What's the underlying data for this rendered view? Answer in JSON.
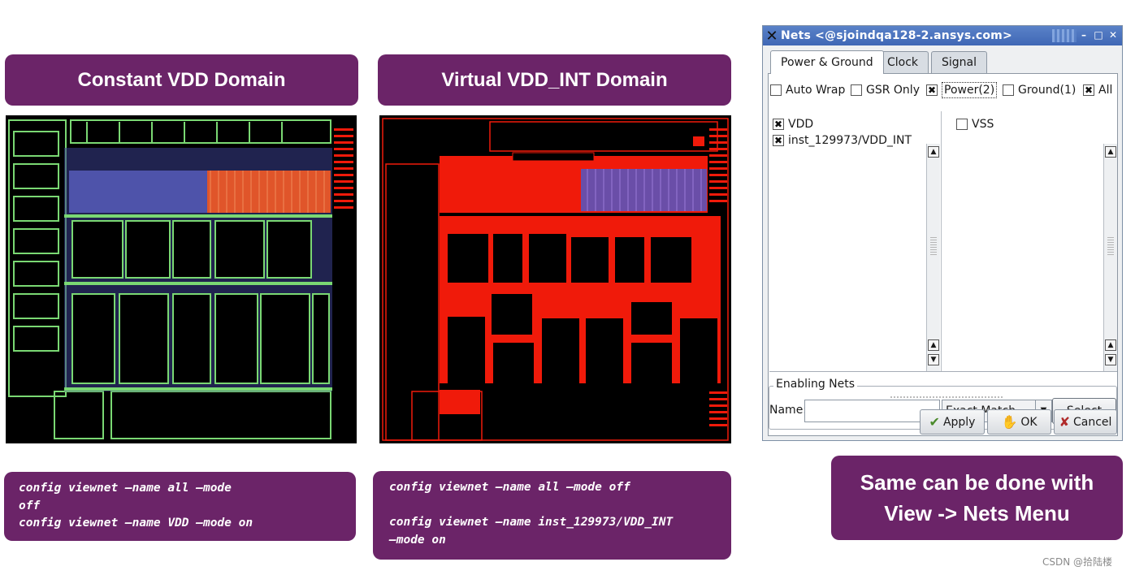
{
  "banners": {
    "left": "Constant VDD Domain",
    "right": "Virtual VDD_INT Domain"
  },
  "commands": {
    "left": [
      "config viewnet –name all –mode",
      "off",
      "config viewnet –name VDD –mode on"
    ],
    "right": [
      "config viewnet –name all –mode off",
      "",
      "config viewnet –name inst_129973/VDD_INT",
      "–mode on"
    ]
  },
  "note": {
    "line1": "Same can be done with",
    "line2": "View -> Nets Menu"
  },
  "watermark": "CSDN @拾陆楼",
  "colors": {
    "accent_purple": "#6b2468",
    "vdd_red": "#f01a0a",
    "layout_green": "#7ad873",
    "layout_blue": "#4b5ed0"
  },
  "nets_dialog": {
    "title": "Nets <@sjoindqa128-2.ansys.com>",
    "title_icon": "x-app-icon",
    "window_buttons": [
      "minimize",
      "maximize",
      "close"
    ],
    "tabs": [
      {
        "label": "Power & Ground",
        "active": true
      },
      {
        "label": "Clock",
        "active": false
      },
      {
        "label": "Signal",
        "active": false
      }
    ],
    "filters": {
      "auto_wrap": {
        "label": "Auto Wrap",
        "checked": false
      },
      "gsr_only": {
        "label": "GSR Only",
        "checked": false
      },
      "power": {
        "label": "Power(2)",
        "checked": true
      },
      "ground": {
        "label": "Ground(1)",
        "checked": false
      },
      "all": {
        "label": "All",
        "checked": true
      }
    },
    "power_nets": [
      {
        "label": "VDD",
        "checked": true
      },
      {
        "label": "inst_129973/VDD_INT",
        "checked": true
      }
    ],
    "ground_nets": [
      {
        "label": "VSS",
        "checked": false
      }
    ],
    "enabling_nets": {
      "legend": "Enabling Nets",
      "name_label": "Name:",
      "name_value": "",
      "match_mode": "Exact Match",
      "select_label": "Select"
    },
    "actions": {
      "apply": "Apply",
      "ok": "OK",
      "cancel": "Cancel"
    }
  }
}
